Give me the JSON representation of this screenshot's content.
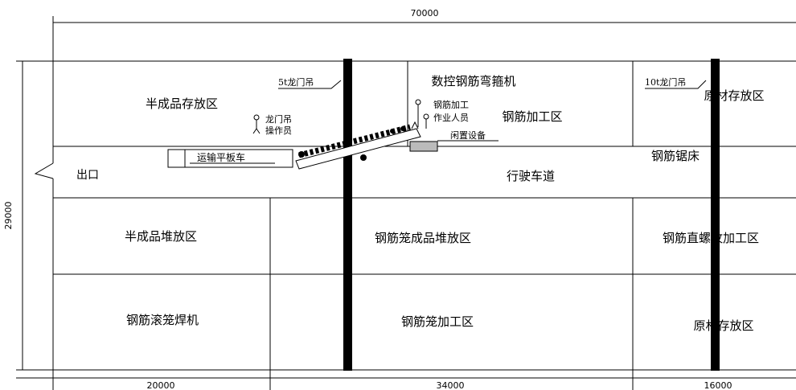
{
  "dimensions": {
    "top_total": "70000",
    "left_height": "29000",
    "bottom_1": "20000",
    "bottom_2": "34000",
    "bottom_3": "16000"
  },
  "zones": {
    "semi_finished_storage": "半成品存放区",
    "cnc_bending": "数控钢筋弯箍机",
    "raw_storage_top": "原材存放区",
    "rebar_processing": "钢筋加工区",
    "rebar_saw": "钢筋锯床",
    "roadway": "行驶车道",
    "semi_finished_stack": "半成品堆放区",
    "cage_finished_stack": "钢筋笼成品堆放区",
    "spiral_processing": "钢筋直螺纹加工区",
    "cage_welder": "钢筋滚笼焊机",
    "cage_processing": "钢筋笼加工区",
    "raw_storage_bottom": "原材存放区"
  },
  "labels": {
    "crane_5t": "5t龙门吊",
    "crane_10t": "10t龙门吊",
    "crane_operator_line1": "龙门吊",
    "crane_operator_line2": "操作员",
    "worker_line1": "钢筋加工",
    "worker_line2": "作业人员",
    "idle_equipment": "闲置设备",
    "flatbed": "运输平板车",
    "exit": "出口"
  }
}
